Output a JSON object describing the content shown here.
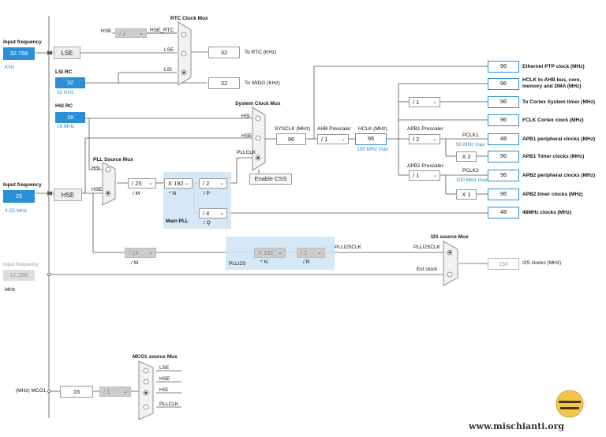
{
  "input_freq_lse": {
    "title": "Input frequency",
    "value": "32.768",
    "unit": "KHz"
  },
  "lse": {
    "label": "LSE"
  },
  "lsi": {
    "title": "LSI RC",
    "value": "32",
    "unit": "32 KHz",
    "tag": "LSI"
  },
  "hsi": {
    "title": "HSI RC",
    "value": "16",
    "unit": "16 MHz",
    "tag": "HSI"
  },
  "input_freq_hse": {
    "title": "Input frequency",
    "value": "25",
    "unit": "4-25 MHz"
  },
  "hse": {
    "label": "HSE",
    "tag": "HSE"
  },
  "input_freq_i2s": {
    "title": "Input frequency",
    "value": "12.288",
    "unit": "MHz"
  },
  "rtc_mux": {
    "title": "RTC Clock Mux",
    "hse_in": "HSE",
    "div": "/ 2",
    "hse_rtc": "HSE_RTC",
    "lse_in": "LSE",
    "lsi_in": "LSI"
  },
  "rtc_out": {
    "value": "32",
    "label": "To RTC (KHz)"
  },
  "iwdg_out": {
    "value": "32",
    "label": "To IWDG (KHz)"
  },
  "sysclk_mux": {
    "title": "System Clock Mux",
    "hsi": "HSI",
    "hse": "HSE",
    "pllclk": "PLLCLK"
  },
  "enable_css": "Enable CSS",
  "sysclk": {
    "label": "SYSCLK (MHz)",
    "value": "96"
  },
  "ahb": {
    "label": "AHB Prescaler",
    "value": "/ 1"
  },
  "hclk": {
    "label": "HCLK (MHz)",
    "value": "96",
    "note": "100 MHz max"
  },
  "apb1": {
    "label": "APB1 Prescaler",
    "value": "/ 2",
    "pclk": "PCLK1",
    "note": "50 MHz max",
    "mult": "X 2"
  },
  "apb2": {
    "label": "APB2 Prescaler",
    "value": "/ 1",
    "pclk": "PCLK2",
    "note": "100 MHz max",
    "mult": "X 1"
  },
  "cortex_div": "/ 1",
  "pll_mux": {
    "title": "PLL Source Mux",
    "hsi": "HSI",
    "hse": "HSE"
  },
  "pll": {
    "m": "/ 25",
    "m_lbl": "/ M",
    "n": "X 192",
    "n_lbl": "* N",
    "p": "/ 2",
    "p_lbl": "/ P",
    "q": "/ 4",
    "q_lbl": "/ Q",
    "title": "Main PLL"
  },
  "plli2s": {
    "m": "/ 16",
    "m_lbl": "/ M",
    "n": "X 192",
    "n_lbl": "* N",
    "r": "/ 2",
    "r_lbl": "/ R",
    "title": "PLLI2S",
    "clk": "PLLI2SCLK"
  },
  "i2s_mux": {
    "title": "I2S source Mux",
    "in1": "PLLI2SCLK",
    "in2": "Ext clock"
  },
  "i2s_out": {
    "value": "150",
    "label": "I2S clocks (MHz)"
  },
  "outputs": [
    {
      "value": "96",
      "label": "Ethernet PTP clock (MHz)"
    },
    {
      "value": "96",
      "label": "HCLK to AHB bus, core, memory and DMA (MHz)"
    },
    {
      "value": "96",
      "label": "To Cortex System timer (MHz)"
    },
    {
      "value": "96",
      "label": "FCLK Cortex clock (MHz)"
    },
    {
      "value": "48",
      "label": "APB1 peripheral clocks (MHz)"
    },
    {
      "value": "96",
      "label": "APB1 Timer clocks (MHz)"
    },
    {
      "value": "96",
      "label": "APB2 peripheral clocks (MHz)"
    },
    {
      "value": "96",
      "label": "APB2 timer clocks (MHz)"
    },
    {
      "value": "48",
      "label": "48MHz clocks (MHz)"
    }
  ],
  "mco1_mux": {
    "title": "MCO1 source Mux",
    "lse": "LSE",
    "hse": "HSE",
    "hsi": "HSI",
    "pllclk": "PLLCLK"
  },
  "mco1": {
    "label": "(MHz) MCO1",
    "value": "16",
    "div": "/ 1"
  },
  "watermark": "www.mischianti.org",
  "colors": {
    "accent": "#2b8fd6",
    "pll_bg": "#cfe3f4"
  }
}
